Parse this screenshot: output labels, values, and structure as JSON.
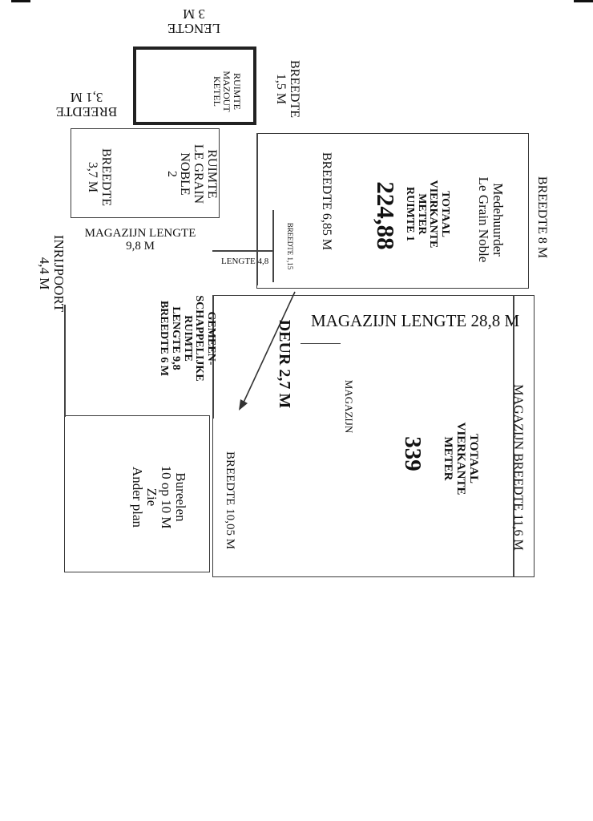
{
  "colors": {
    "ink": "#111111",
    "line": "#3a3a3a",
    "paper": "#ffffff"
  },
  "mazout": {
    "lengte": "LENGTE\n3 M",
    "breedte_top": "BREEDTE\n1,5 M",
    "breedte_left": "BREEDTE\n3,1 M",
    "label": "RUIMTE\nMAZOUT\nKETEL"
  },
  "grain2": {
    "label": "RUIMTE\nLE GRAIN\nNOBLE\n2",
    "breedte": "BREEDTE\n3,7 M"
  },
  "ruimte1": {
    "breedte_outer": "BREEDTE 8 M",
    "medehuurder": "Medehuurder\nLe Grain Noble",
    "totaal": "TOTAAL\nVIERKANTE\nMETER\nRUIMTE 1",
    "area": "224,88",
    "breedte_inner": "BREEDTE 6,85 M"
  },
  "small": {
    "breedte_115": "BREEDTE 1,15",
    "lengte_48": "LENGTE 4,8",
    "magazijn_lengte_98": "MAGAZIJN LENGTE\n9,8 M"
  },
  "inrijpoort": "INRIJPOORT\n4,4 M",
  "gemeen": "GEMEEN-\nSCHAPPELIJKE\nRUIMTE\nLENGTE 9,8\nBREEDTE 6 M",
  "deur": "DEUR 2,7 M",
  "magazijn": {
    "lengte": "MAGAZIJN LENGTE 28,8 M",
    "label": "MAGAZIJN",
    "breedte": "MAGAZIJN BREEDTE 11,6 M",
    "totaal": "TOTAAL\nVIERKANTE\nMETER",
    "area": "339",
    "breedte_1005": "BREEDTE 10,05 M"
  },
  "bureelen": "Bureelen\n10 op 10 M\nZie\nAnder plan"
}
